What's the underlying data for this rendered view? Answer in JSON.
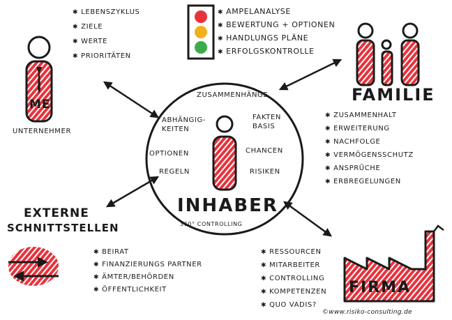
{
  "colors": {
    "ink": "#1a1a1a",
    "red": "#e8323c",
    "amber": "#f2b01e",
    "green": "#3cab4b"
  },
  "icons": [
    "person-icon",
    "family-icon",
    "traffic-light-icon",
    "factory-icon",
    "exchange-arrows-icon"
  ],
  "me": {
    "label": "ME",
    "caption": "UNTERNEHMER",
    "items": [
      "LEBENSZYKLUS",
      "ZIELE",
      "WERTE",
      "PRIORITÄTEN"
    ]
  },
  "ampel": {
    "items": [
      "AMPELANALYSE",
      "BEWERTUNG + OPTIONEN",
      "HANDLUNGS PLÄNE",
      "ERFOLGSKONTROLLE"
    ]
  },
  "familie": {
    "title": "FAMILIE",
    "items": [
      "ZUSAMMENHALT",
      "ERWEITERUNG",
      "NACHFOLGE",
      "VERMÖGENSSCHUTZ",
      "ANSPRÜCHE",
      "ERBREGELUNGEN"
    ]
  },
  "center": {
    "title": "INHABER",
    "subtitle": "360° CONTROLLING",
    "top": "ZUSAMMENHÄNGE",
    "left": [
      "ABHÄNGIG-",
      "KEITEN",
      "OPTIONEN",
      "REGELN"
    ],
    "right": [
      "FAKTEN",
      "BASIS",
      "CHANCEN",
      "RISIKEN"
    ]
  },
  "extern": {
    "title_line1": "EXTERNE",
    "title_line2": "SCHNITTSTELLEN",
    "items": [
      "BEIRAT",
      "FINANZIERUNGS PARTNER",
      "ÄMTER/BEHÖRDEN",
      "ÖFFENTLICHKEIT"
    ]
  },
  "firma": {
    "title": "FIRMA",
    "items": [
      "RESSOURCEN",
      "MITARBEITER",
      "CONTROLLING",
      "KOMPETENZEN",
      "QUO VADIS?"
    ]
  },
  "footer": {
    "copyright": "©www.risiko-consulting.de"
  }
}
